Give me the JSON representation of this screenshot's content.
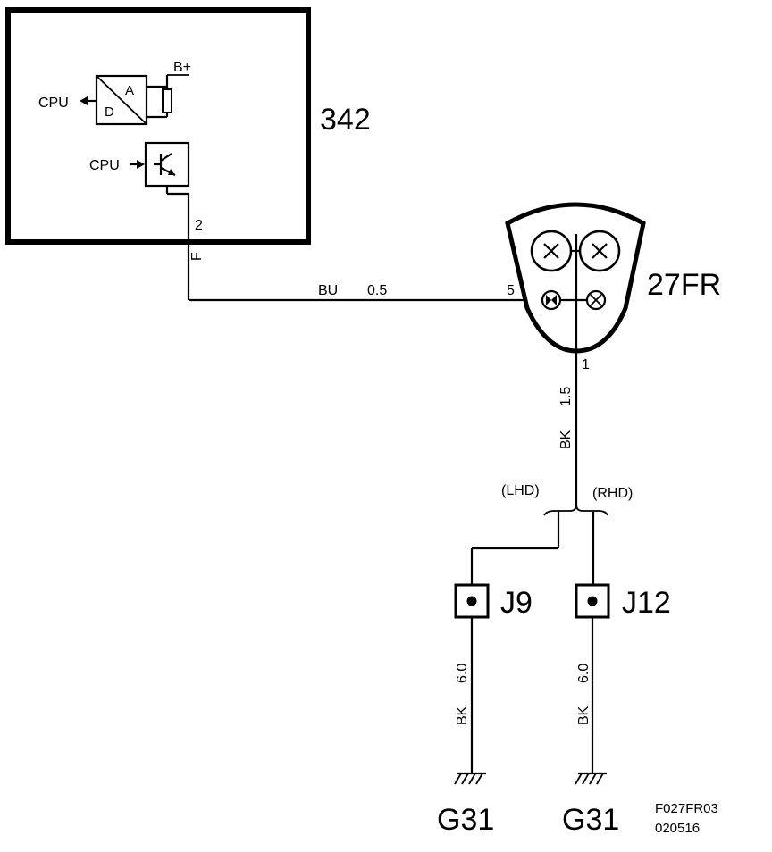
{
  "module": {
    "id": "342",
    "cpu_in_label": "CPU",
    "cpu_out_label": "CPU",
    "bplus": "B+",
    "ad_a": "A",
    "ad_d": "D",
    "pin": "2",
    "pin_code": "F"
  },
  "wire_main": {
    "color": "BU",
    "size": "0.5"
  },
  "lamp": {
    "id": "27FR",
    "pin_in": "5",
    "pin_out": "1"
  },
  "wire_ground": {
    "color": "BK",
    "size": "1.5"
  },
  "variants": {
    "left": "(LHD)",
    "right": "(RHD)"
  },
  "junctions": [
    {
      "id": "J9",
      "wire_color": "BK",
      "wire_size": "6.0",
      "ground": "G31"
    },
    {
      "id": "J12",
      "wire_color": "BK",
      "wire_size": "6.0",
      "ground": "G31"
    }
  ],
  "figure_code": "F027FR03",
  "figure_date": "020516"
}
